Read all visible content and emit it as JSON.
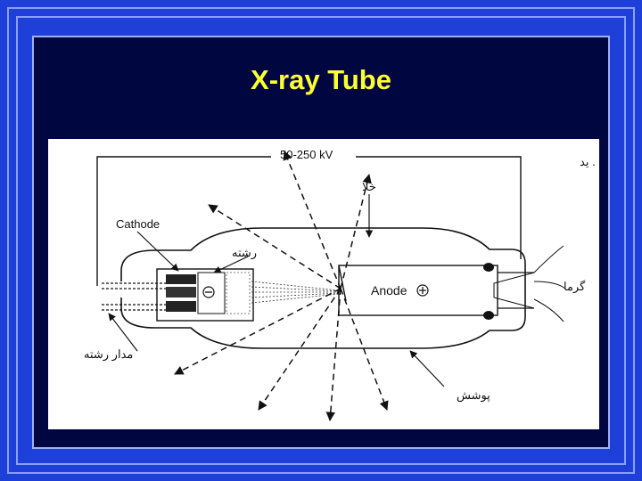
{
  "slide": {
    "title": "X-ray Tube",
    "background_color": "#1e3fd8",
    "title_color": "#ffff33"
  },
  "diagram": {
    "voltage_label": "50-250  kV",
    "cathode_label": "Cathode",
    "anode_label": "Anode",
    "filament_label": "رشته",
    "filament_circuit_label": "مدار رشته",
    "housing_label": "پوشش",
    "heat_label": "گرما",
    "vacuum_label": "خلا",
    "edge_label": "ید .",
    "minus_symbol": "−",
    "plus_symbol": "+"
  }
}
